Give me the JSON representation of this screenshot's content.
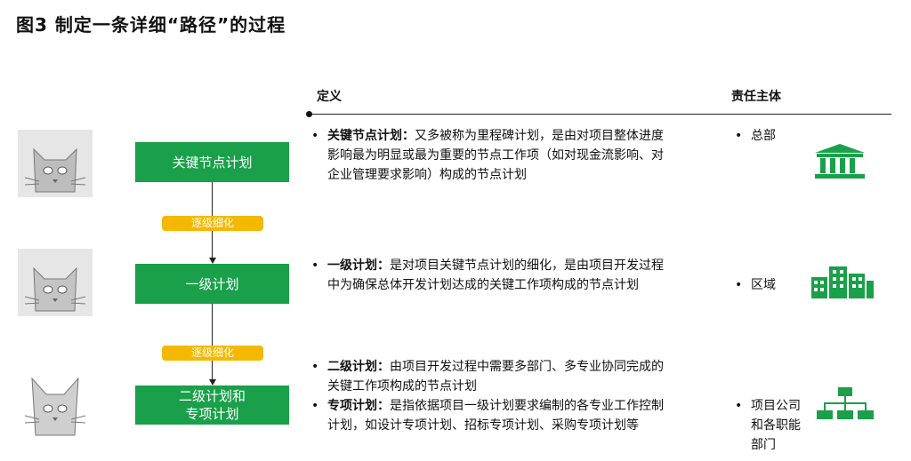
{
  "title": "图3 制定一条详细“路径”的过程",
  "headers": {
    "definition": "定义",
    "responsible": "责任主体"
  },
  "levels": [
    {
      "box": [
        "关键节点计划"
      ],
      "items": [
        {
          "term": "关键节点计划：",
          "text": "又多被称为里程碑计划，是由对项目整体进度影响最为明显或最为重要的节点工作项（如对现金流影响、对企业管理要求影响）构成的节点计划"
        }
      ],
      "responsible": "总部",
      "icon": "building-icon"
    },
    {
      "box": [
        "一级计划"
      ],
      "items": [
        {
          "term": "一级计划：",
          "text": "是对项目关键节点计划的细化，是由项目开发过程中为确保总体开发计划达成的关键工作项构成的节点计划"
        }
      ],
      "responsible": "区域",
      "icon": "office-buildings-icon"
    },
    {
      "box": [
        "二级计划和",
        "专项计划"
      ],
      "items": [
        {
          "term": "二级计划：",
          "text": "由项目开发过程中需要多部门、多专业协同完成的关键工作项构成的节点计划"
        },
        {
          "term": "专项计划：",
          "text": "是指依据项目一级计划要求编制的各专业工作控制计划，如设计专项计划、招标专项计划、采购专项计划等"
        }
      ],
      "responsible": "项目公司和各职能部门",
      "icon": "org-chart-icon"
    }
  ],
  "connectors": [
    "逐级细化",
    "逐级细化"
  ],
  "colors": {
    "green": "#1aa04a",
    "yellow": "#f5b800"
  }
}
